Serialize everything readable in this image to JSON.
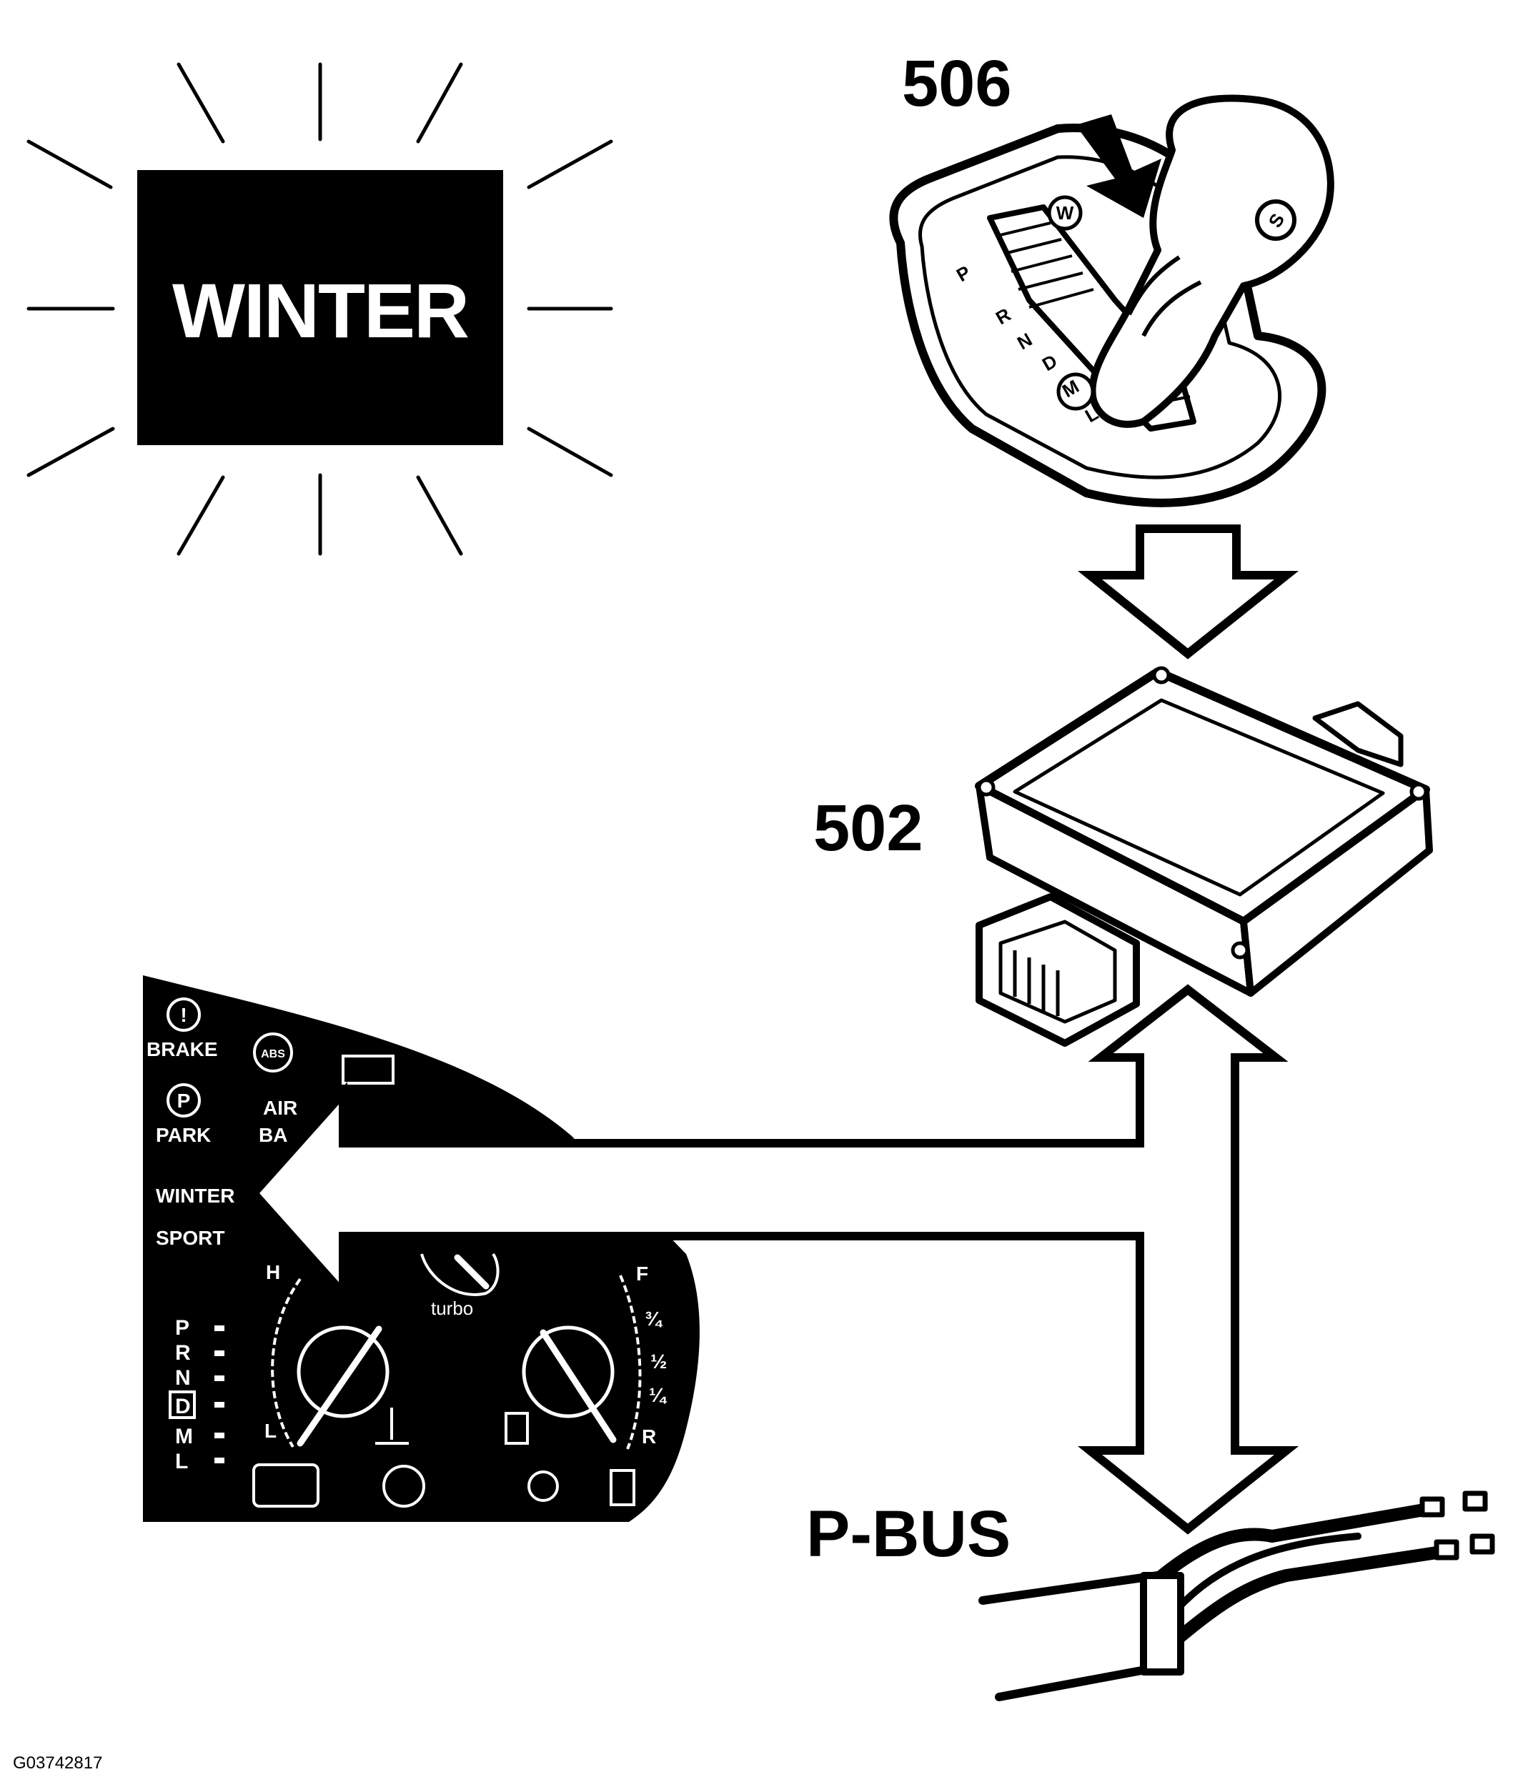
{
  "labels": {
    "winter_sign": "WINTER",
    "gear_selector": "506",
    "control_module": "502",
    "bus": "P-BUS",
    "figure_id": "G03742817"
  },
  "selector": {
    "positions": [
      "P",
      "R",
      "N",
      "D",
      "M",
      "L"
    ],
    "button_w": "W",
    "button_s": "S"
  },
  "panel": {
    "brake": "BRAKE",
    "abs": "ABS",
    "park": "PARK",
    "air": "AIR",
    "bag": "BA",
    "winter": "WINTER",
    "sport": "SPORT",
    "turbo": "turbo",
    "temp_high": "H",
    "temp_low": "L",
    "fuel_full": "F",
    "fuel_3q": "¾",
    "fuel_half": "½",
    "fuel_1q": "¼",
    "fuel_reserve": "R",
    "gears": [
      "P",
      "R",
      "N",
      "D",
      "M",
      "L"
    ]
  }
}
